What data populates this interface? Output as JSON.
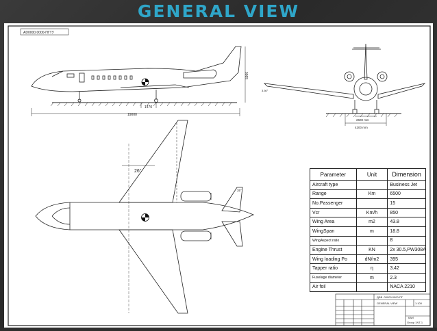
{
  "slide": {
    "title": "GENERAL VIEW"
  },
  "drawing": {
    "stamp": "AD0000.0000-ПГТУ",
    "side_view_dims": {
      "length": "19000",
      "gear": "1470",
      "height": "5960"
    },
    "front_view_dims": {
      "track": "2600 mm",
      "span_ref": "4200 mm",
      "dihedral": "3.50°"
    },
    "plan_view_dims": {
      "sweep": "26°",
      "tail_sweep": "35°"
    }
  },
  "params_table": {
    "headers": [
      "Parameter",
      "Unit",
      "Dimension"
    ],
    "rows": [
      [
        "Aircraft type",
        "",
        "Business Jet"
      ],
      [
        "Range",
        "Km",
        "6500"
      ],
      [
        "No.Passenger",
        "",
        "15"
      ],
      [
        "Vcr",
        "Km/h",
        "850"
      ],
      [
        "Wing Area",
        "m2",
        "43.8"
      ],
      [
        "WingSpan",
        "m",
        "18.8"
      ],
      [
        "WingAspect ratio",
        "",
        "8"
      ],
      [
        "Engine Thrust",
        "KN",
        "2x 30.5,PW308A"
      ],
      [
        "Wing loading Po",
        "dN/m2",
        "395"
      ],
      [
        "Tapper ratio",
        "η",
        "3.42"
      ],
      [
        "Fuselage diameter",
        "m",
        "2.3"
      ],
      [
        "Air foil",
        "",
        "NACA 2210"
      ]
    ]
  },
  "title_block": {
    "code": "ДФВ .00000.0000-ПГ",
    "name": "GENERAL VIEW",
    "org": "КАИ",
    "group": "Group 1NT-1",
    "sheet": "1:100"
  }
}
